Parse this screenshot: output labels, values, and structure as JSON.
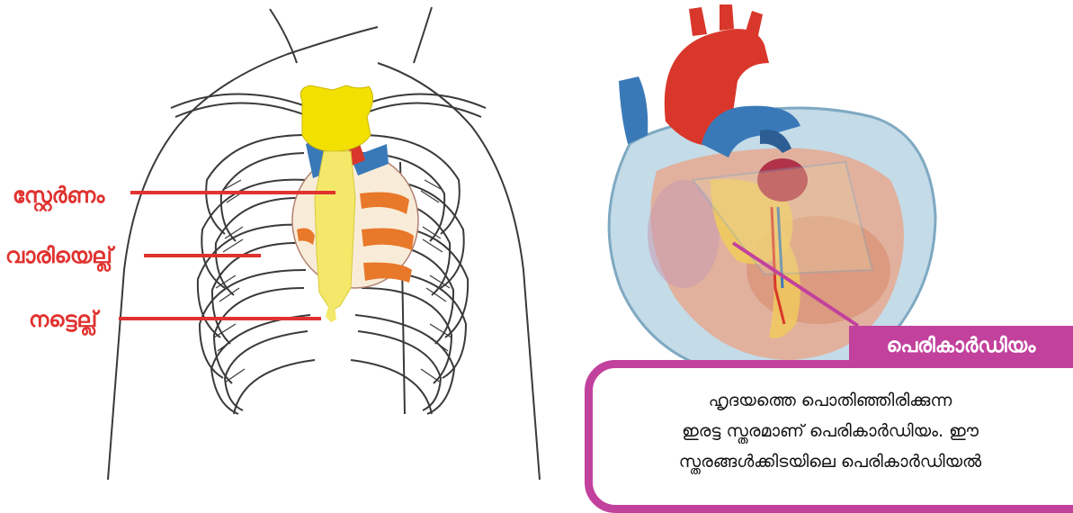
{
  "left_figure": {
    "labels": [
      {
        "text": "സ്റ്റേർണം"
      },
      {
        "text": "വാരിയെല്ല്"
      },
      {
        "text": "നട്ടെല്ല്"
      }
    ]
  },
  "right_figure": {
    "tag": "പെരികാർഡിയം",
    "description_lines": [
      "ഹൃദയത്തെ പൊതിഞ്ഞിരിക്കുന്ന",
      "ഇരട്ട സ്തരമാണ് പെരികാർഡിയം. ഈ",
      "സ്തരങ്ങൾക്കിടയിലെ പെരികാർഡിയൽ"
    ]
  },
  "colors": {
    "label_red": "#e0322f",
    "tag_magenta": "#c2419d",
    "sternum_yellow": "#f2e100",
    "rib_orange": "#e8782a",
    "aorta_red": "#d9372b",
    "vein_blue": "#3a79b8"
  }
}
